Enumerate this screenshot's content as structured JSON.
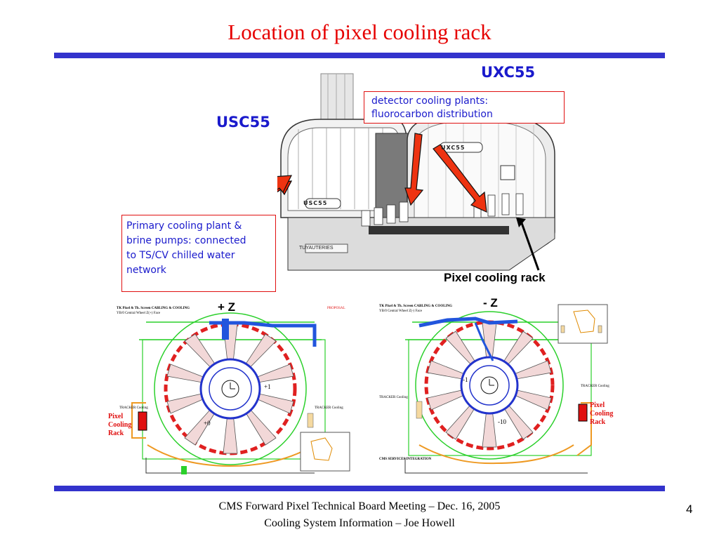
{
  "slide": {
    "title": "Location of pixel cooling rack",
    "page_number": "4",
    "footer_line1": "CMS Forward Pixel Technical Board Meeting – Dec. 16, 2005",
    "footer_line2": "Cooling System Information – Joe Howell",
    "rule_color": "#3333cc",
    "title_color": "#e60000"
  },
  "cavern": {
    "uxc_label": "UXC55",
    "usc_label": "USC55",
    "usc_sign": "USC55",
    "uxc_sign": "UXC55",
    "tuyauteries": "TUYAUTERIES",
    "detector_box_line1": "detector cooling plants:",
    "detector_box_line2": "fluorocarbon distribution",
    "primary_box_lines": [
      "Primary cooling plant &",
      "brine pumps: connected",
      "to TS/CV chilled water",
      "network"
    ],
    "pixel_rack_label": "Pixel cooling rack"
  },
  "drawings": {
    "left": {
      "z_label": "+ Z",
      "header1": "TK Pixel & Th. Screen CABLING & COOLING",
      "header2": "YB/0 Central Wheel    Z(+) Face",
      "proposal": "PROPOSAL",
      "pixel_label": [
        "Pixel",
        "Cooling",
        "Rack"
      ],
      "tracker_left": "TRACKER Cooling",
      "tracker_right": "TRACKER Cooling",
      "num_a": "+1",
      "num_b": "+0"
    },
    "right": {
      "z_label": "- Z",
      "header1": "TK Pixel & Th. Screen CABLING & COOLING",
      "header2": "YB/0 Central Wheel    Z(-) Face",
      "pixel_label": [
        "Pixel",
        "Cooling",
        "Rack"
      ],
      "tracker_left": "TRACKER Cooling",
      "tracker_right": "TRACKER Cooling",
      "integration": "CMS SERVICES INTEGRATION",
      "num_a": "-1",
      "num_b": "-10"
    }
  }
}
